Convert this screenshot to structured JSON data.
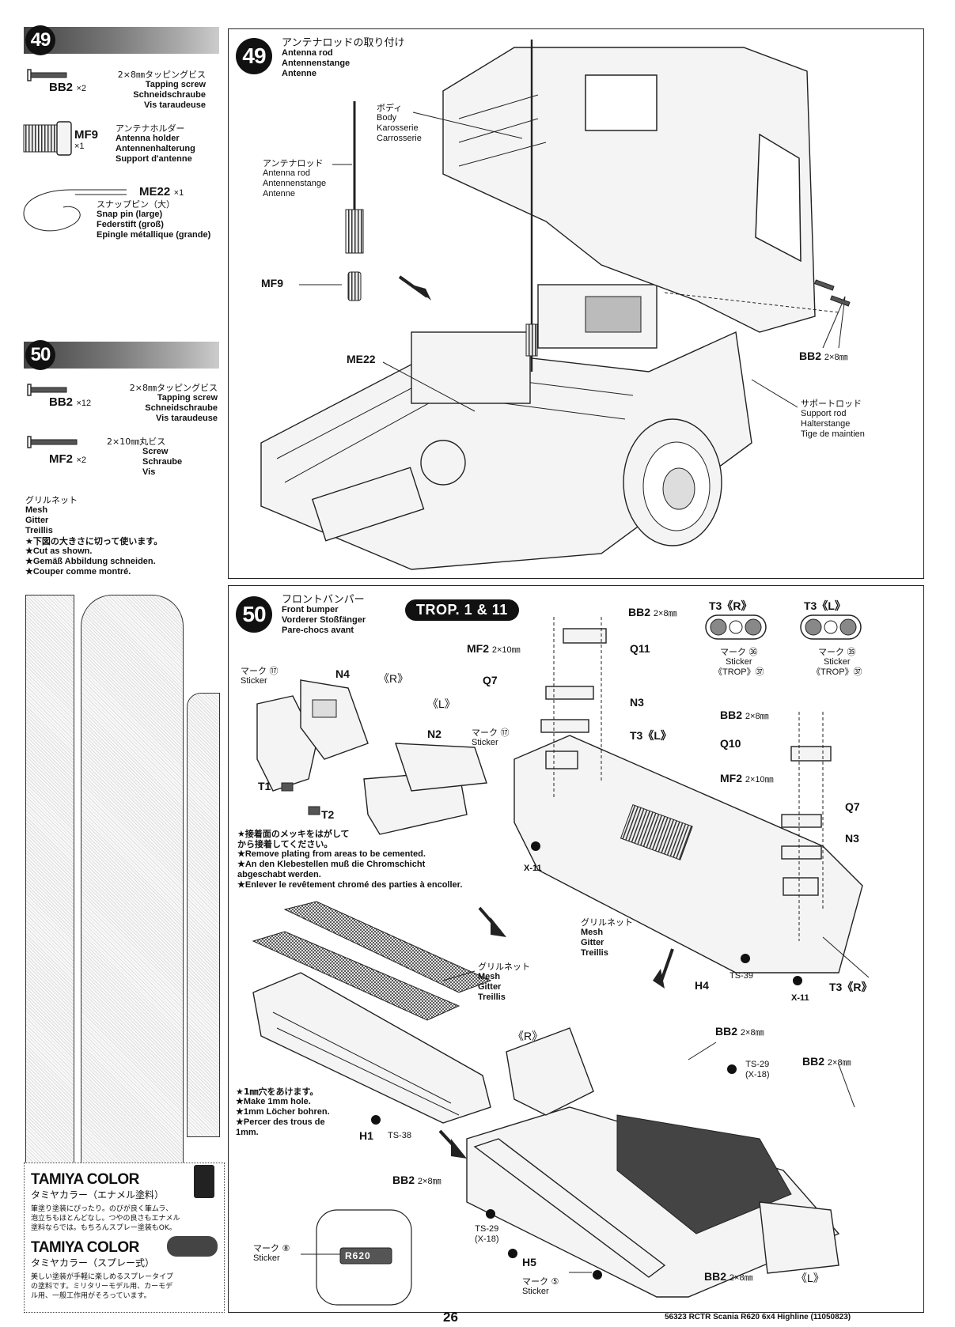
{
  "steps": {
    "s49": {
      "num": "49",
      "parts": [
        {
          "code": "BB2",
          "qty": "×2",
          "jp": "2×8㎜タッピングビス",
          "en": "Tapping screw",
          "de": "Schneidschraube",
          "fr": "Vis taraudeuse"
        },
        {
          "code": "MF9",
          "qty": "×1",
          "jp": "アンテナホルダー",
          "en": "Antenna holder",
          "de": "Antennenhalterung",
          "fr": "Support d'antenne"
        },
        {
          "code": "ME22",
          "qty": "×1",
          "jp": "スナップピン（大）",
          "en": "Snap pin (large)",
          "de": "Federstift (groß)",
          "fr": "Epingle métallique (grande)"
        }
      ],
      "title": {
        "jp": "アンテナロッドの取り付け",
        "en": "Antenna rod",
        "de": "Antennenstange",
        "fr": "Antenne"
      },
      "labels": {
        "body": {
          "jp": "ボディ",
          "en": "Body",
          "de": "Karosserie",
          "fr": "Carrosserie"
        },
        "rod": {
          "jp": "アンテナロッド",
          "en": "Antenna rod",
          "de": "Antennenstange",
          "fr": "Antenne"
        },
        "mf9": "MF9",
        "me22": "ME22",
        "bb2": "BB2",
        "bb2_size": "2×8㎜",
        "support": {
          "jp": "サポートロッド",
          "en": "Support rod",
          "de": "Halterstange",
          "fr": "Tige de maintien"
        }
      }
    },
    "s50": {
      "num": "50",
      "parts": [
        {
          "code": "BB2",
          "qty": "×12",
          "jp": "2×8㎜タッピングビス",
          "en": "Tapping screw",
          "de": "Schneidschraube",
          "fr": "Vis taraudeuse"
        },
        {
          "code": "MF2",
          "qty": "×2",
          "jp": "2×10㎜丸ビス",
          "en": "Screw",
          "de": "Schraube",
          "fr": "Vis"
        }
      ],
      "mesh": {
        "jp": "グリルネット",
        "en": "Mesh",
        "de": "Gitter",
        "fr": "Treillis"
      },
      "mesh_notes": [
        "★下図の大きさに切って使います。",
        "★Cut as shown.",
        "★Gemäß Abbildung schneiden.",
        "★Couper comme montré."
      ],
      "title": {
        "jp": "フロントバンパー",
        "en": "Front bumper",
        "de": "Vorderer Stoßfänger",
        "fr": "Pare-chocs avant"
      },
      "badge": "TROP. 1 & 11",
      "plating_notes": [
        "★接着面のメッキをはがして",
        "から接着してください。",
        "★Remove plating from areas to be cemented.",
        "★An den Klebestellen muß die Chromschicht",
        "abgeschabt werden.",
        "★Enlever le revêtement chromé des parties à encoller."
      ],
      "hole_notes": [
        "★1㎜穴をあけます。",
        "★Make 1mm hole.",
        "★1mm Löcher bohren.",
        "★Percer des trous de",
        "1mm."
      ],
      "labels": {
        "sticker17a": "マーク ⑰",
        "sticker_en": "Sticker",
        "n4": "N4",
        "r1": "《R》",
        "l1": "《L》",
        "n2": "N2",
        "sticker17b": "マーク ⑰",
        "t1": "T1",
        "t2": "T2",
        "bb2_a": "BB2",
        "size8": "2×8㎜",
        "q11": "Q11",
        "mf2_a": "MF2",
        "size10": "2×10㎜",
        "q7_a": "Q7",
        "n3_a": "N3",
        "t3l": "T3《L》",
        "x11_a": "X-11",
        "t3r_hdr": "T3《R》",
        "t3l_hdr": "T3《L》",
        "mark36": "マーク ㊱",
        "mark35": "マーク ㉟",
        "trop37a": "《TROP》㊲",
        "trop37b": "《TROP》㊲",
        "bb2_b": "BB2",
        "q10": "Q10",
        "mf2_b": "MF2",
        "q7_b": "Q7",
        "n3_b": "N3",
        "mesh_lbl": "グリルネット",
        "mesh_en": "Mesh",
        "mesh_de": "Gitter",
        "mesh_fr": "Treillis",
        "h4": "H4",
        "ts39": "TS-39",
        "x11_b": "X-11",
        "t3r": "T3《R》",
        "mesh2_lbl": "グリルネット",
        "h1": "H1",
        "ts38": "TS-38",
        "r2": "《R》",
        "bb2_c": "BB2",
        "ts29a": "TS-29",
        "x18a": "(X-18)",
        "bb2_d": "BB2",
        "bb2_e": "BB2",
        "ts29b": "TS-29",
        "x18b": "(X-18)",
        "h5": "H5",
        "mark8": "マーク ⑧",
        "r620": "R620",
        "mark5": "マーク ⑤",
        "bb2_f": "BB2",
        "l2": "《L》"
      }
    }
  },
  "paint": [
    {
      "brand": "TAMIYA COLOR",
      "jp": "タミヤカラー（エナメル塗料）",
      "desc": [
        "筆塗り塗装にぴったり。のびが良く筆ムラ、",
        "泡立ちもほとんどなし。つやの良さもエナメル",
        "塗料ならでは。もちろんスプレー塗装もOK。"
      ]
    },
    {
      "brand": "TAMIYA COLOR",
      "jp": "タミヤカラー（スプレー式）",
      "desc": [
        "美しい塗装が手軽に楽しめるスプレータイプ",
        "の塗料です。ミリタリーモデル用、カーモデ",
        "ル用、一般工作用がそろっています。"
      ]
    }
  ],
  "footer": {
    "page": "26",
    "model": "56323 RCTR Scania R620 6x4 Highline (11050823)"
  }
}
